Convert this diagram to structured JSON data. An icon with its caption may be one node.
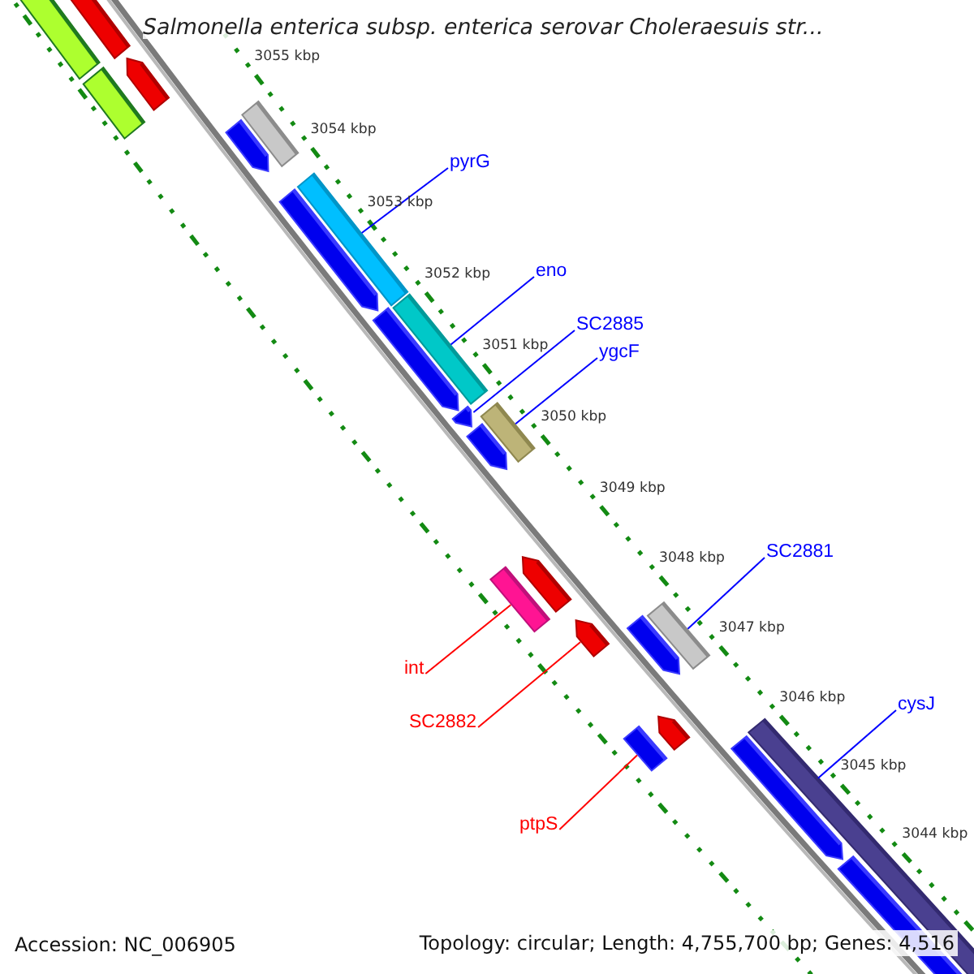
{
  "diagram": {
    "title": "Salmonella enterica subsp. enterica serovar Choleraesuis str...",
    "nodes": [
      {
        "text": [
          "pyrG"
        ]
      },
      {
        "text": [
          "eno"
        ]
      },
      {
        "text": [
          "SC2885"
        ]
      },
      {
        "text": [
          "ygcF"
        ]
      },
      {
        "text": [
          "SC2881"
        ]
      },
      {
        "text": [
          "cysJ"
        ]
      },
      {
        "text": [
          "int"
        ]
      },
      {
        "text": [
          "SC2882"
        ]
      },
      {
        "text": [
          "ptpS"
        ]
      },
      {
        "text": [],
        "shape": "bar"
      },
      {
        "text": [],
        "shape": "arrow"
      },
      {
        "text": [],
        "shape": "bar"
      },
      {
        "text": [],
        "shape": "arrow"
      },
      {
        "text": [],
        "shape": "bar"
      },
      {
        "text": [],
        "shape": "arrow"
      },
      {
        "text": [],
        "shape": "bar"
      },
      {
        "text": [],
        "shape": "arrow"
      },
      {
        "text": [],
        "shape": "bar"
      },
      {
        "text": [],
        "shape": "arrow"
      },
      {
        "text": [],
        "shape": "arrow"
      },
      {
        "text": [],
        "shape": "bar"
      },
      {
        "text": [],
        "shape": "arrow"
      },
      {
        "text": [],
        "shape": "bar"
      },
      {
        "text": [],
        "shape": "arrow"
      },
      {
        "text": [],
        "shape": "arrow"
      },
      {
        "text": [],
        "shape": "arrow"
      },
      {
        "text": [],
        "shape": "bar"
      },
      {
        "text": [],
        "shape": "bar"
      },
      {
        "text": [],
        "shape": "arrow"
      },
      {
        "text": [],
        "shape": "bar"
      },
      {
        "text": [],
        "shape": "arrow"
      },
      {
        "text": [],
        "shape": "arrow"
      }
    ],
    "edges": [
      {
        "from": 0,
        "to": 15,
        "arrow": "none"
      },
      {
        "from": 1,
        "to": 17,
        "arrow": "none"
      },
      {
        "from": 2,
        "to": 19,
        "arrow": "none"
      },
      {
        "from": 3,
        "to": 20,
        "arrow": "none"
      },
      {
        "from": 4,
        "to": 26,
        "arrow": "none"
      },
      {
        "from": 5,
        "to": 29,
        "arrow": "none"
      },
      {
        "from": 6,
        "to": 22,
        "arrow": "none",
        "color": "#ff0000"
      },
      {
        "from": 7,
        "to": 24,
        "arrow": "none",
        "color": "#ff0000"
      },
      {
        "from": 8,
        "to": 27,
        "arrow": "none",
        "color": "#ff0000"
      }
    ],
    "labels": [
      "3055 kbp",
      "3054 kbp",
      "3053 kbp",
      "3052 kbp",
      "3051 kbp",
      "3050 kbp",
      "3049 kbp",
      "3048 kbp",
      "3047 kbp",
      "3046 kbp",
      "3045 kbp",
      "3044 kbp",
      "Accession: NC_006905",
      "Topology: circular; Length: 4,755,700 bp; Genes: 4,516"
    ]
  }
}
